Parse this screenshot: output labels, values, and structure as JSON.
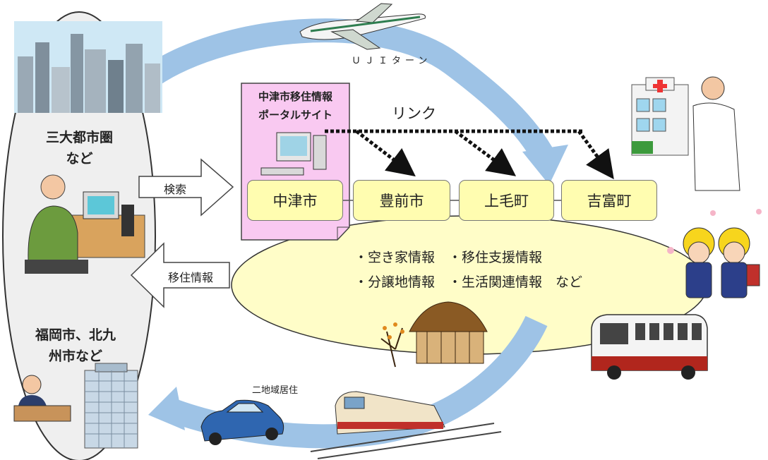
{
  "left_panel": {
    "region_top": "三大都市圏\nなど",
    "region_bottom": "福岡市、北九\n州市など"
  },
  "arrows": {
    "search_label": "検索",
    "info_label": "移住情報",
    "top_flow_label": "ＵＪＩターン",
    "bottom_flow_label": "二地域居住"
  },
  "portal": {
    "title": "中津市移住情報\nポータルサイト",
    "link_label": "リンク"
  },
  "municipalities": [
    "中津市",
    "豊前市",
    "上毛町",
    "吉富町"
  ],
  "info_items": [
    "・空き家情報　・移住支援情報",
    "・分譲地情報　・生活関連情報　など"
  ],
  "icons": [
    "skyline-icon",
    "computer-user-icon",
    "office-worker-icon",
    "office-building-icon",
    "airplane-icon",
    "computer-icon",
    "hospital-doctor-icon",
    "school-children-icon",
    "thatched-house-icon",
    "bus-icon",
    "train-icon",
    "car-icon"
  ]
}
